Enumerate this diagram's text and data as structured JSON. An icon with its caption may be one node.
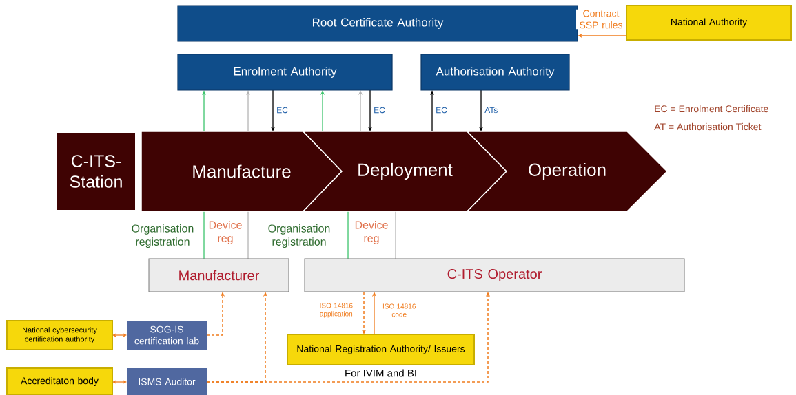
{
  "diagram": {
    "nodes": [
      {
        "text": [
          "Root Certificate Authority"
        ]
      },
      {
        "text": [
          "National Authority"
        ]
      },
      {
        "text": [
          "Enrolment Authority"
        ]
      },
      {
        "text": [
          "Authorisation Authority"
        ]
      },
      {
        "text": [
          "C-ITS-Station"
        ]
      },
      {
        "text": [
          "Manufacture"
        ]
      },
      {
        "text": [
          "Deployment"
        ]
      },
      {
        "text": [
          "Operation"
        ]
      },
      {
        "text": [
          "Manufacturer"
        ]
      },
      {
        "text": [
          "C-ITS Operator"
        ]
      },
      {
        "text": [
          "National cybersecurity certification authority"
        ]
      },
      {
        "text": [
          "SOG-IS certification lab"
        ]
      },
      {
        "text": [
          "Accreditaton body"
        ]
      },
      {
        "text": [
          "ISMS Auditor"
        ]
      },
      {
        "text": [
          "National Registration Authority/ Issuers"
        ],
        "beside": [
          "For IVIM and BI"
        ]
      }
    ],
    "edges": [
      {
        "from": 1,
        "to": 0,
        "arrow": "to",
        "color": "#f07c1e",
        "label": "Contract SSP rules"
      },
      {
        "from": 5,
        "to": 2,
        "arrow": "to",
        "color": "#3ec46d"
      },
      {
        "from": 5,
        "to": 2,
        "arrow": "to",
        "color": "#b4b4b4"
      },
      {
        "from": 2,
        "to": 5,
        "arrow": "to",
        "color": "#000000",
        "label": "EC"
      },
      {
        "from": 6,
        "to": 2,
        "arrow": "to",
        "color": "#3ec46d"
      },
      {
        "from": 6,
        "to": 2,
        "arrow": "to",
        "color": "#b4b4b4"
      },
      {
        "from": 2,
        "to": 6,
        "arrow": "to",
        "color": "#000000",
        "label": "EC"
      },
      {
        "from": 6,
        "to": 3,
        "arrow": "to",
        "color": "#000000",
        "label": "EC"
      },
      {
        "from": 3,
        "to": 7,
        "arrow": "to",
        "color": "#000000",
        "label": "ATs"
      },
      {
        "from": 8,
        "to": 5,
        "arrow": "none",
        "color": "#3ec46d",
        "label": "Organisation registration"
      },
      {
        "from": 8,
        "to": 5,
        "arrow": "none",
        "color": "#b4b4b4",
        "label": "Device reg"
      },
      {
        "from": 9,
        "to": 6,
        "arrow": "none",
        "color": "#3ec46d",
        "label": "Organisation registration"
      },
      {
        "from": 9,
        "to": 6,
        "arrow": "none",
        "color": "#b4b4b4",
        "label": "Device reg"
      },
      {
        "from": 10,
        "to": 11,
        "arrow": "both",
        "color": "#f07c1e"
      },
      {
        "from": 11,
        "to": 8,
        "arrow": "to",
        "style": "dashed",
        "color": "#f07c1e"
      },
      {
        "from": 12,
        "to": 13,
        "arrow": "both",
        "color": "#f07c1e"
      },
      {
        "from": 13,
        "to": 8,
        "arrow": "to",
        "style": "dashed",
        "color": "#f07c1e"
      },
      {
        "from": 13,
        "to": 9,
        "arrow": "to",
        "style": "dashed",
        "color": "#f07c1e"
      },
      {
        "from": 9,
        "to": 14,
        "arrow": "to",
        "style": "dashed",
        "color": "#f07c1e",
        "label": "ISO 14816 application"
      },
      {
        "from": 14,
        "to": 9,
        "arrow": "to",
        "color": "#f07c1e",
        "label": "ISO 14816 code"
      }
    ],
    "labels": [
      "EC = Enrolment Certificate",
      "AT = Authorisation Ticket"
    ]
  }
}
